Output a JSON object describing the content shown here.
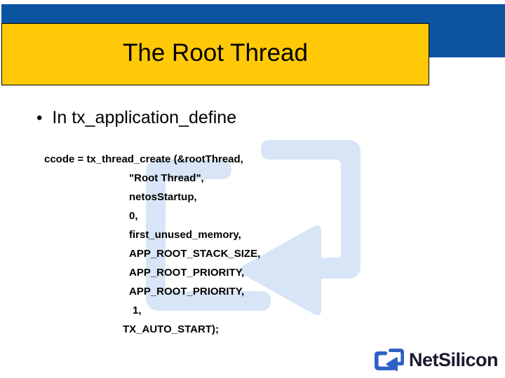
{
  "slide": {
    "title": "The Root Thread",
    "bullet": {
      "marker": "•",
      "text": "In tx_application_define"
    },
    "code_lines": [
      {
        "text": "ccode = tx_thread_create (&rootThread,",
        "indent": 0
      },
      {
        "text": "\"Root Thread\",",
        "indent": 1
      },
      {
        "text": "netosStartup,",
        "indent": 1
      },
      {
        "text": "0,",
        "indent": 1
      },
      {
        "text": "first_unused_memory,",
        "indent": 1
      },
      {
        "text": "APP_ROOT_STACK_SIZE,",
        "indent": 1
      },
      {
        "text": "APP_ROOT_PRIORITY,",
        "indent": 1
      },
      {
        "text": "APP_ROOT_PRIORITY,",
        "indent": 1
      },
      {
        "text": "1,",
        "indent": 2
      },
      {
        "text": "TX_AUTO_START);",
        "indent": 3
      }
    ],
    "logo": {
      "wordmark": "NetSilicon",
      "mark_name": "netsilicon-arrow-logo"
    },
    "colors": {
      "header_blue": "#0B54A0",
      "title_yellow": "#FFC907",
      "title_border": "#000000",
      "text_black": "#000000",
      "watermark_blue": "#D6E4F5",
      "logo_blue": "#2E61C8",
      "logo_text": "#1A1A2E",
      "background": "#FFFFFF"
    }
  }
}
